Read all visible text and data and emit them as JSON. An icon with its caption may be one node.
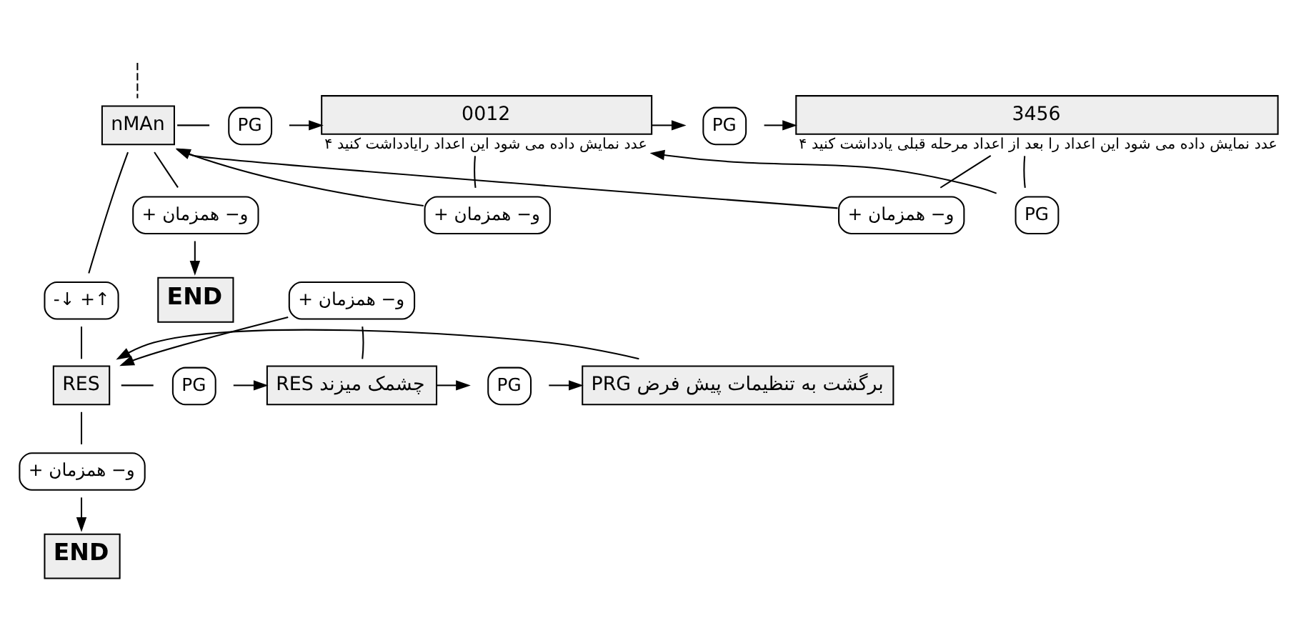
{
  "diagram": {
    "nodes": [
      {
        "text": [
          "nMAn"
        ]
      },
      {
        "text": [
          "PG"
        ]
      },
      {
        "text": [
          "0012"
        ],
        "beside": [
          "۴ عدد نمایش داده می شود این اعداد رایادداشت کنید"
        ]
      },
      {
        "text": [
          "+ و− همزمان"
        ]
      },
      {
        "text": [
          "PG"
        ]
      },
      {
        "text": [
          "3456"
        ],
        "beside": [
          "۴ عدد نمایش داده می شود این اعداد را بعد از اعداد مرحله قبلی یادداشت کنید"
        ]
      },
      {
        "text": [
          "PG"
        ]
      },
      {
        "text": [
          "+ و− همزمان"
        ]
      },
      {
        "text": [
          "+ و− همزمان"
        ]
      },
      {
        "text": [
          "END"
        ]
      },
      {
        "text": [
          "-↓ +↑"
        ]
      },
      {
        "text": [
          "RES"
        ]
      },
      {
        "text": [
          "+ و− همزمان"
        ]
      },
      {
        "text": [
          "PG"
        ]
      },
      {
        "text": [
          "RES چشمک میزند"
        ]
      },
      {
        "text": [
          "PG"
        ]
      },
      {
        "text": [
          "PRG برگشت به تنظیمات پیش فرض"
        ]
      },
      {
        "text": [
          "+ و− همزمان"
        ]
      },
      {
        "text": [
          "END"
        ]
      }
    ],
    "edges": [
      {
        "from": null,
        "to": 0,
        "arrow": "none",
        "style": "dashed"
      },
      {
        "from": 0,
        "to": 1,
        "arrow": "none"
      },
      {
        "from": 1,
        "to": 2,
        "arrow": "to"
      },
      {
        "from": 2,
        "to": 3,
        "arrow": "none"
      },
      {
        "from": 3,
        "to": 0,
        "arrow": "to"
      },
      {
        "from": 2,
        "to": 4,
        "arrow": "to"
      },
      {
        "from": 4,
        "to": 5,
        "arrow": "to"
      },
      {
        "from": 5,
        "to": 6,
        "arrow": "none"
      },
      {
        "from": 6,
        "to": 2,
        "arrow": "to"
      },
      {
        "from": 5,
        "to": 7,
        "arrow": "none"
      },
      {
        "from": 7,
        "to": 0,
        "arrow": "to"
      },
      {
        "from": 0,
        "to": 8,
        "arrow": "none"
      },
      {
        "from": 8,
        "to": 9,
        "arrow": "to"
      },
      {
        "from": 0,
        "to": 10,
        "arrow": "none"
      },
      {
        "from": 10,
        "to": 11,
        "arrow": "none"
      },
      {
        "from": 11,
        "to": 13,
        "arrow": "none"
      },
      {
        "from": 13,
        "to": 14,
        "arrow": "to"
      },
      {
        "from": 14,
        "to": 12,
        "arrow": "none"
      },
      {
        "from": 12,
        "to": 11,
        "arrow": "to"
      },
      {
        "from": 14,
        "to": 15,
        "arrow": "to"
      },
      {
        "from": 15,
        "to": 16,
        "arrow": "to"
      },
      {
        "from": 16,
        "to": 11,
        "arrow": "to"
      },
      {
        "from": 11,
        "to": 17,
        "arrow": "none"
      },
      {
        "from": 17,
        "to": 18,
        "arrow": "to"
      }
    ]
  }
}
